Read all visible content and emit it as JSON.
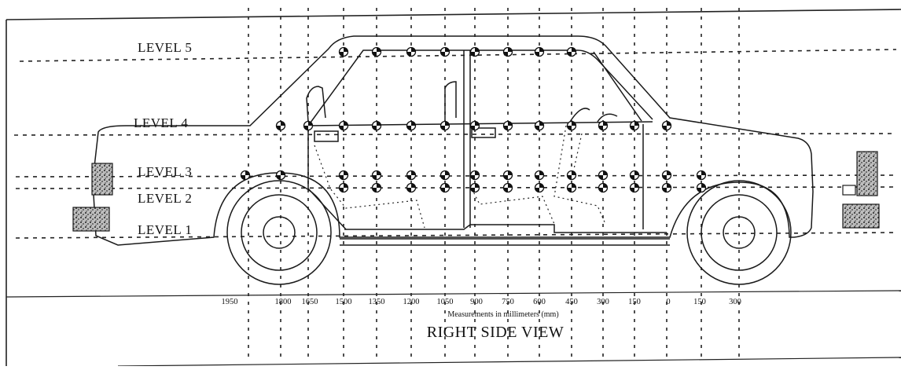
{
  "levels": [
    "LEVEL 5",
    "LEVEL 4",
    "LEVEL 3",
    "LEVEL 2",
    "LEVEL 1"
  ],
  "ticks": [
    "1950",
    "1800",
    "1650",
    "1500",
    "1350",
    "1200",
    "1050",
    "900",
    "750",
    "600",
    "450",
    "300",
    "150",
    "0",
    "150",
    "300"
  ],
  "units_caption": "Measurements in millimeters (mm)",
  "view_title": "RIGHT SIDE VIEW",
  "icons": [
    "measurement-point-icon",
    "sensor-box-icon"
  ]
}
